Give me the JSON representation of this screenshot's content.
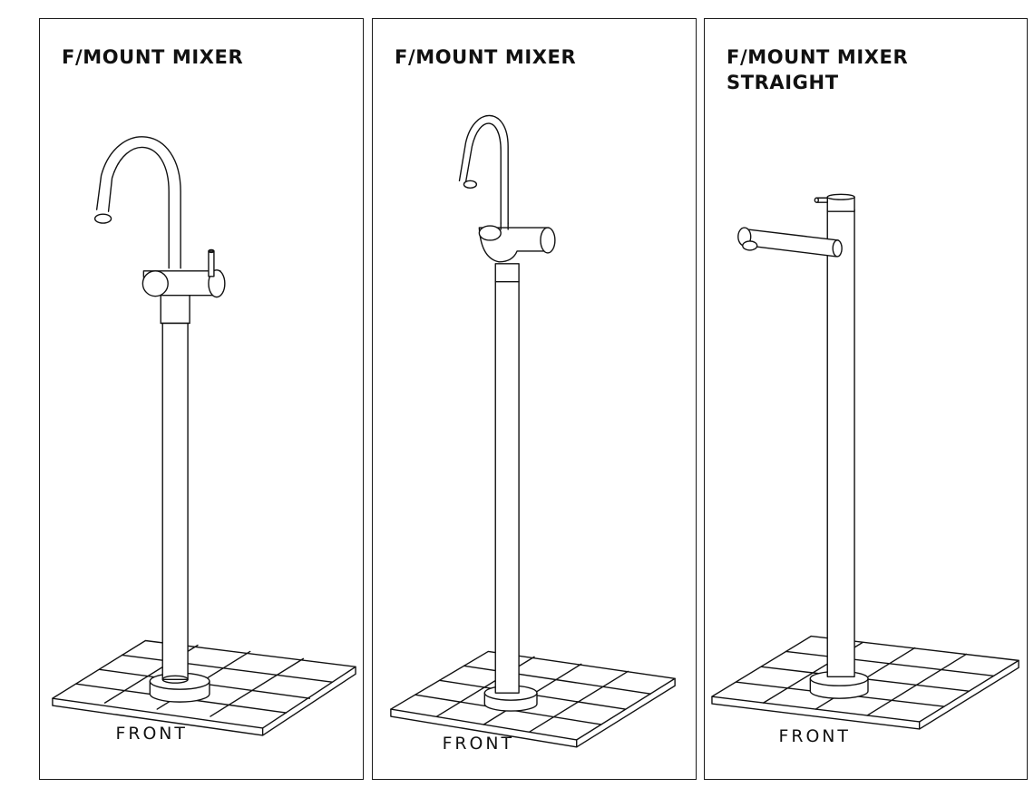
{
  "panels": [
    {
      "title_line1": "F/MOUNT MIXER",
      "title_line2": "",
      "floor_label": "FRONT",
      "icon": "gooseneck-mixer-with-pin-lever-icon"
    },
    {
      "title_line1": "F/MOUNT MIXER",
      "title_line2": "",
      "floor_label": "FRONT",
      "icon": "gooseneck-mixer-compact-icon"
    },
    {
      "title_line1": "F/MOUNT MIXER",
      "title_line2": "STRAIGHT",
      "floor_label": "FRONT",
      "icon": "straight-spout-mixer-icon"
    }
  ],
  "colors": {
    "line": "#111111",
    "background": "#ffffff"
  }
}
